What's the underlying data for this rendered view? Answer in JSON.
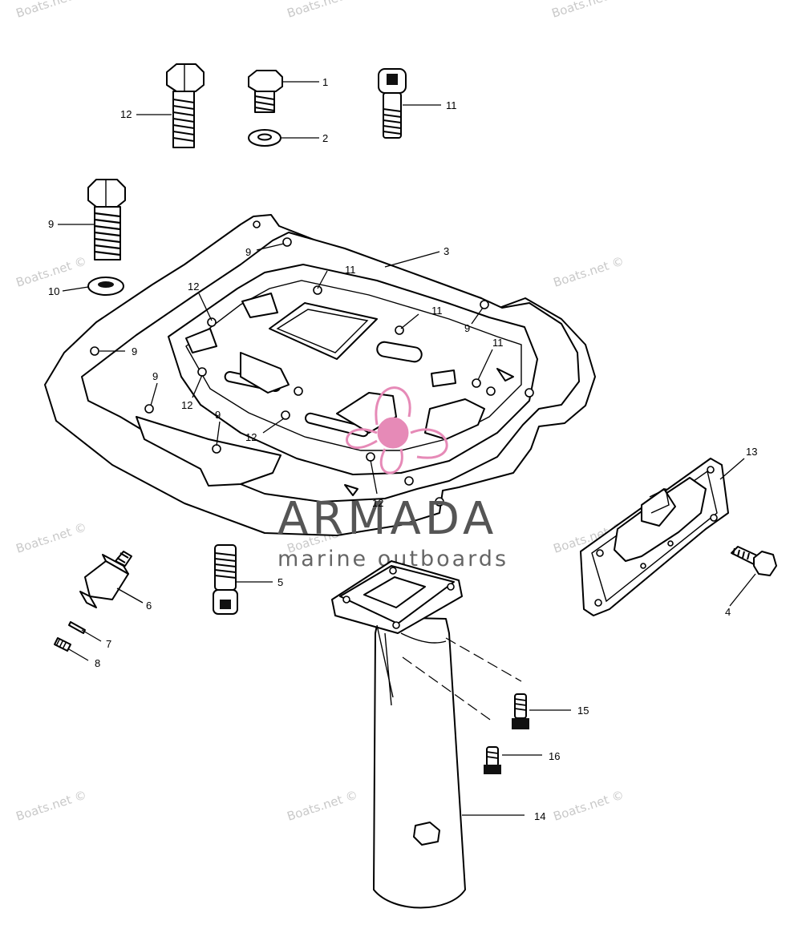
{
  "labels": [
    "1",
    "2",
    "3",
    "4",
    "5",
    "6",
    "7",
    "8",
    "9",
    "10",
    "11",
    "12",
    "13",
    "14",
    "15",
    "16"
  ],
  "watermark": {
    "text": "Boats.net ©",
    "color": "#c9c9c9"
  },
  "brand": {
    "name": "ARMADA",
    "tagline": "marine outboards",
    "accent": "#e68ab7"
  }
}
